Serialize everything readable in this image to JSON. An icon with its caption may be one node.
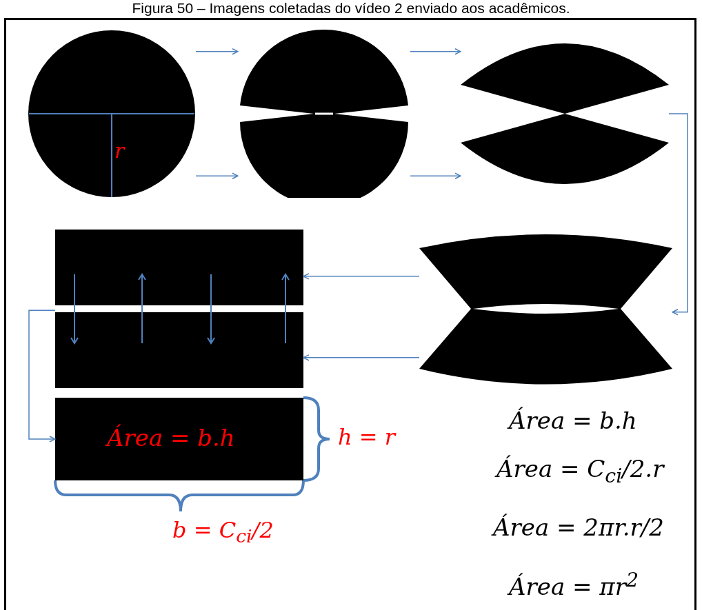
{
  "diagram": {
    "title": "Figura 50 – Imagens coletadas do vídeo 2 enviado aos acadêmicos.",
    "nodes": [
      {
        "text": [
          "r"
        ]
      },
      {
        "text": [],
        "shape": "picture"
      },
      {
        "text": [],
        "shape": "picture"
      },
      {
        "text": [],
        "shape": "picture"
      },
      {
        "text": [],
        "shape": "picture"
      },
      {
        "text": [
          "Área = b.h"
        ],
        "beside": [
          "h = r",
          "b = C$_{ci}$/2"
        ]
      }
    ],
    "edges": [
      {
        "from": 0,
        "to": 1,
        "arrow": "to"
      },
      {
        "from": 0,
        "to": 1,
        "arrow": "to"
      },
      {
        "from": 1,
        "to": 2,
        "arrow": "to"
      },
      {
        "from": 1,
        "to": 2,
        "arrow": "to"
      },
      {
        "from": 2,
        "to": 3,
        "arrow": "to"
      },
      {
        "from": 3,
        "to": 4,
        "arrow": "to"
      },
      {
        "from": 3,
        "to": 4,
        "arrow": "to"
      },
      {
        "from": 4,
        "to": 5,
        "arrow": "to"
      }
    ],
    "labels": [
      "Área = b.h",
      "Área = C$_{ci}$/2.r",
      "Área = 2πr.r/2",
      "Área = πr$^{2}$"
    ]
  }
}
